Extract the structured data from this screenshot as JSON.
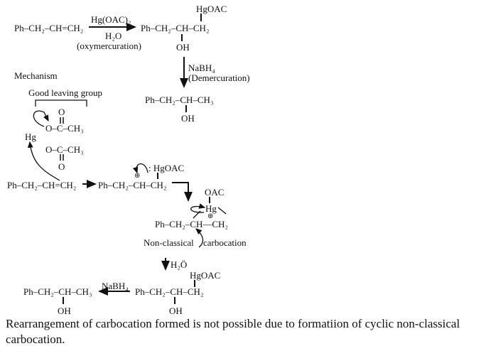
{
  "reaction": {
    "reactant": "Ph–CH₂–CH=CH₂",
    "reagent": "Hg(OAC)₂",
    "solvent": "H₂O",
    "step1_name": "(oxymercuration)",
    "intermediate": "Ph–CH₂–CH–CH₂",
    "intermediate_top": "HgOAC",
    "intermediate_bottom": "OH",
    "reagent2": "NaBH₄",
    "step2_name": "(Demercuration)",
    "product": "Ph–CH₂–CH–CH₃",
    "product_bottom": "OH"
  },
  "mechanism": {
    "title": "Mechanism",
    "leaving_group_label": "Good leaving group",
    "acetate_o_top": "O",
    "acetate_upper": "O–C–CH₃",
    "hg": "Hg",
    "acetate_lower": "O–C–CH₃",
    "acetate_o_bottom": "O",
    "alkene": "Ph–CH₂–CH=CH₂",
    "cation": "Ph–CH₂–CH–CH₂",
    "cation_top": ": HgOAC",
    "plus": "⊕",
    "bridge_oac": "OAC",
    "bridge_hg": "Hg",
    "bridge_plus": "⊕",
    "bridge_chain": "Ph–CH₂–CH—CH₂",
    "nonclassical_a": "Non-classical",
    "nonclassical_b": "carbocation",
    "water": "H₂Ö",
    "organomercury": "Ph–CH₂–CH–CH₂",
    "organomercury_top": "HgOAC",
    "organomercury_bottom": "OH",
    "reducer": "NaBH₄",
    "final": "Ph–CH₂–CH–CH₃",
    "final_bottom": "OH"
  },
  "note": {
    "line1": "Rearrangement of carbocation formed is not possible due to formatiion of cyclic non-classical",
    "line2": "carbocation."
  }
}
